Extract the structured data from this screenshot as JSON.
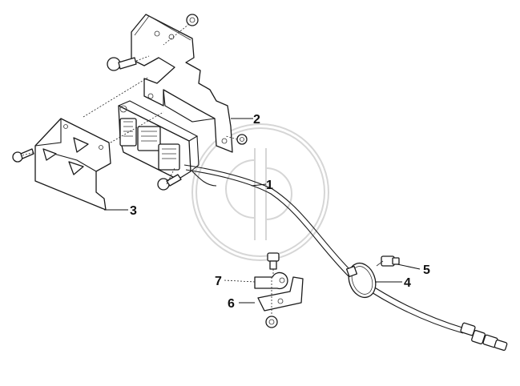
{
  "diagram": {
    "callouts": [
      {
        "id": "1",
        "label": "1"
      },
      {
        "id": "2",
        "label": "2"
      },
      {
        "id": "3",
        "label": "3"
      },
      {
        "id": "4",
        "label": "4"
      },
      {
        "id": "5",
        "label": "5"
      },
      {
        "id": "6",
        "label": "6"
      },
      {
        "id": "7",
        "label": "7"
      }
    ],
    "colors": {
      "line": "#1a1a1a",
      "watermark": "#d6d6d6",
      "background": "#ffffff"
    }
  }
}
